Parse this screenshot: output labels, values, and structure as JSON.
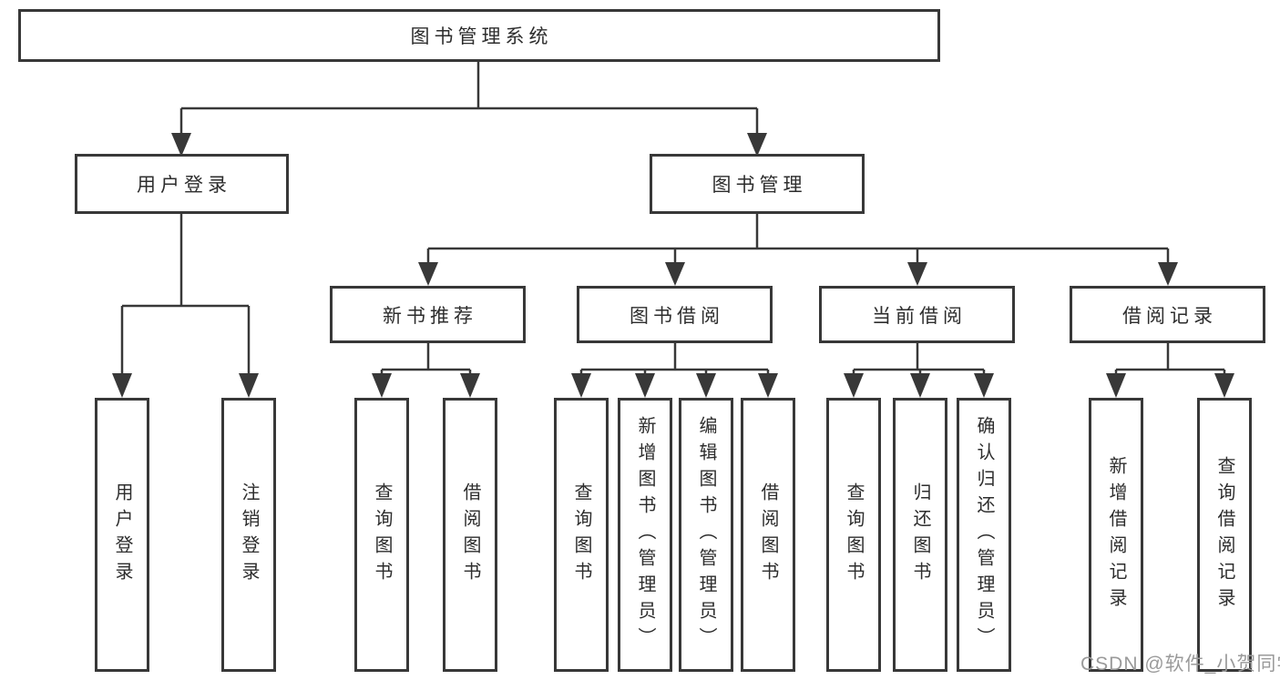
{
  "diagram": {
    "title": "图书管理系统",
    "tree": {
      "root": {
        "label": "图书管理系统"
      },
      "branches": [
        {
          "label": "用户登录",
          "children": [
            "用户登录",
            "注销登录"
          ]
        },
        {
          "label": "图书管理",
          "children": [
            {
              "label": "新书推荐",
              "children": [
                "查询图书",
                "借阅图书"
              ]
            },
            {
              "label": "图书借阅",
              "children": [
                "查询图书",
                "新增图书（管理员）",
                "编辑图书（管理员）",
                "借阅图书"
              ]
            },
            {
              "label": "当前借阅",
              "children": [
                "查询图书",
                "归还图书",
                "确认归还（管理员）"
              ]
            },
            {
              "label": "借阅记录",
              "children": [
                "新增借阅记录",
                "查询借阅记录"
              ]
            }
          ]
        }
      ]
    },
    "colors": {
      "line": "#383838",
      "box_border": "#383838",
      "text": "#2d2d2d",
      "background": "#ffffff",
      "watermark": "#9a9a9a"
    }
  },
  "watermark": {
    "text": "CSDN @软件_小贺同学"
  }
}
